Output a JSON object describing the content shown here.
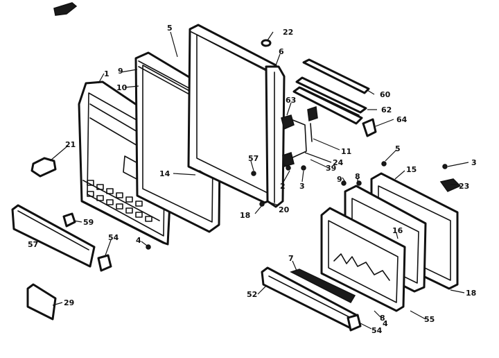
{
  "callouts": {
    "c1": "1",
    "c2": "2",
    "c3a": "3",
    "c3b": "3",
    "c4a": "4",
    "c4b": "4",
    "c5a": "5",
    "c5b": "5",
    "c6": "6",
    "c7": "7",
    "c8a": "8",
    "c8b": "8",
    "c9a": "9",
    "c9b": "9",
    "c10": "10",
    "c11": "11",
    "c14": "14",
    "c15": "15",
    "c16": "16",
    "c18a": "18",
    "c18b": "18",
    "c20": "20",
    "c21": "21",
    "c22": "22",
    "c23": "23",
    "c24": "24",
    "c29": "29",
    "c39": "39",
    "c52": "52",
    "c54a": "54",
    "c54b": "54",
    "c55": "55",
    "c57a": "57",
    "c57b": "57",
    "c59": "59",
    "c60": "60",
    "c62": "62",
    "c63": "63",
    "c64": "64"
  }
}
